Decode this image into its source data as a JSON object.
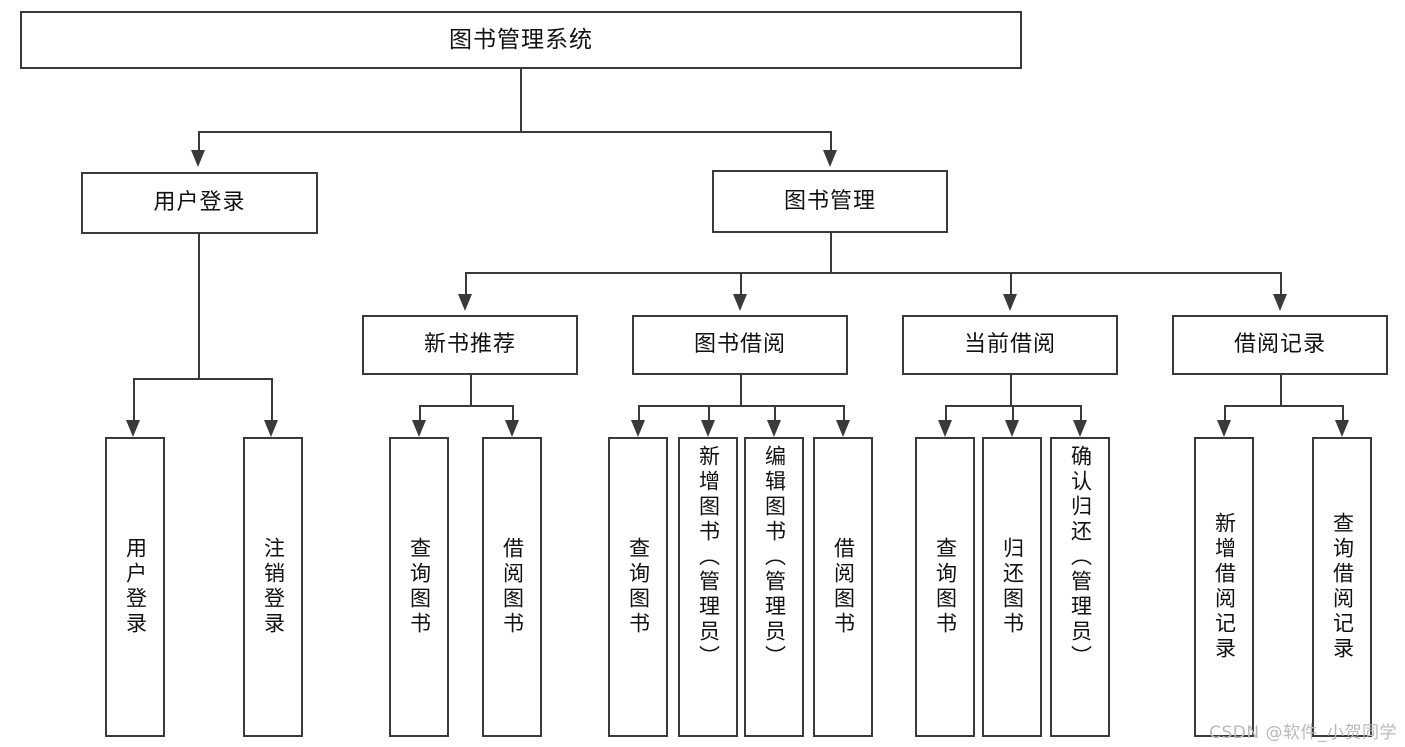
{
  "diagram": {
    "type": "tree-hierarchy-chart",
    "title": "图书管理系统",
    "watermark": "CSDN @软件_小贺同学",
    "colors": {
      "stroke": "#3a3a3a",
      "fill": "#ffffff",
      "text": "#111111",
      "watermark": "#b9b9b9"
    },
    "nodes": {
      "root": {
        "label": "图书管理系统"
      },
      "level2": [
        {
          "id": "user-login",
          "label": "用户登录"
        },
        {
          "id": "book-manage",
          "label": "图书管理"
        }
      ],
      "level3": [
        {
          "id": "new-book-recommend",
          "label": "新书推荐"
        },
        {
          "id": "book-borrow",
          "label": "图书借阅"
        },
        {
          "id": "current-borrow",
          "label": "当前借阅"
        },
        {
          "id": "borrow-record",
          "label": "借阅记录"
        }
      ],
      "leaves": {
        "user-login": [
          {
            "id": "leaf-user-login",
            "label": "用户登录"
          },
          {
            "id": "leaf-logout-login",
            "label": "注销登录"
          }
        ],
        "new-book-recommend": [
          {
            "id": "leaf-query-book-1",
            "label": "查询图书"
          },
          {
            "id": "leaf-borrow-book-1",
            "label": "借阅图书"
          }
        ],
        "book-borrow": [
          {
            "id": "leaf-query-book-2",
            "label": "查询图书"
          },
          {
            "id": "leaf-add-book-admin",
            "label": "新增图书（管理员）"
          },
          {
            "id": "leaf-edit-book-admin",
            "label": "编辑图书（管理员）"
          },
          {
            "id": "leaf-borrow-book-2",
            "label": "借阅图书"
          }
        ],
        "current-borrow": [
          {
            "id": "leaf-query-book-3",
            "label": "查询图书"
          },
          {
            "id": "leaf-return-book",
            "label": "归还图书"
          },
          {
            "id": "leaf-confirm-return-admin",
            "label": "确认归还（管理员）"
          }
        ],
        "borrow-record": [
          {
            "id": "leaf-add-borrow-record",
            "label": "新增借阅记录"
          },
          {
            "id": "leaf-query-borrow-record",
            "label": "查询借阅记录"
          }
        ]
      }
    },
    "edges": [
      {
        "from": "图书管理系统",
        "to": "用户登录"
      },
      {
        "from": "图书管理系统",
        "to": "图书管理"
      },
      {
        "from": "用户登录",
        "to": "用户登录"
      },
      {
        "from": "用户登录",
        "to": "注销登录"
      },
      {
        "from": "图书管理",
        "to": "新书推荐"
      },
      {
        "from": "图书管理",
        "to": "图书借阅"
      },
      {
        "from": "图书管理",
        "to": "当前借阅"
      },
      {
        "from": "图书管理",
        "to": "借阅记录"
      },
      {
        "from": "新书推荐",
        "to": "查询图书"
      },
      {
        "from": "新书推荐",
        "to": "借阅图书"
      },
      {
        "from": "图书借阅",
        "to": "查询图书"
      },
      {
        "from": "图书借阅",
        "to": "新增图书（管理员）"
      },
      {
        "from": "图书借阅",
        "to": "编辑图书（管理员）"
      },
      {
        "from": "图书借阅",
        "to": "借阅图书"
      },
      {
        "from": "当前借阅",
        "to": "查询图书"
      },
      {
        "from": "当前借阅",
        "to": "归还图书"
      },
      {
        "from": "当前借阅",
        "to": "确认归还（管理员）"
      },
      {
        "from": "借阅记录",
        "to": "新增借阅记录"
      },
      {
        "from": "借阅记录",
        "to": "查询借阅记录"
      }
    ]
  }
}
